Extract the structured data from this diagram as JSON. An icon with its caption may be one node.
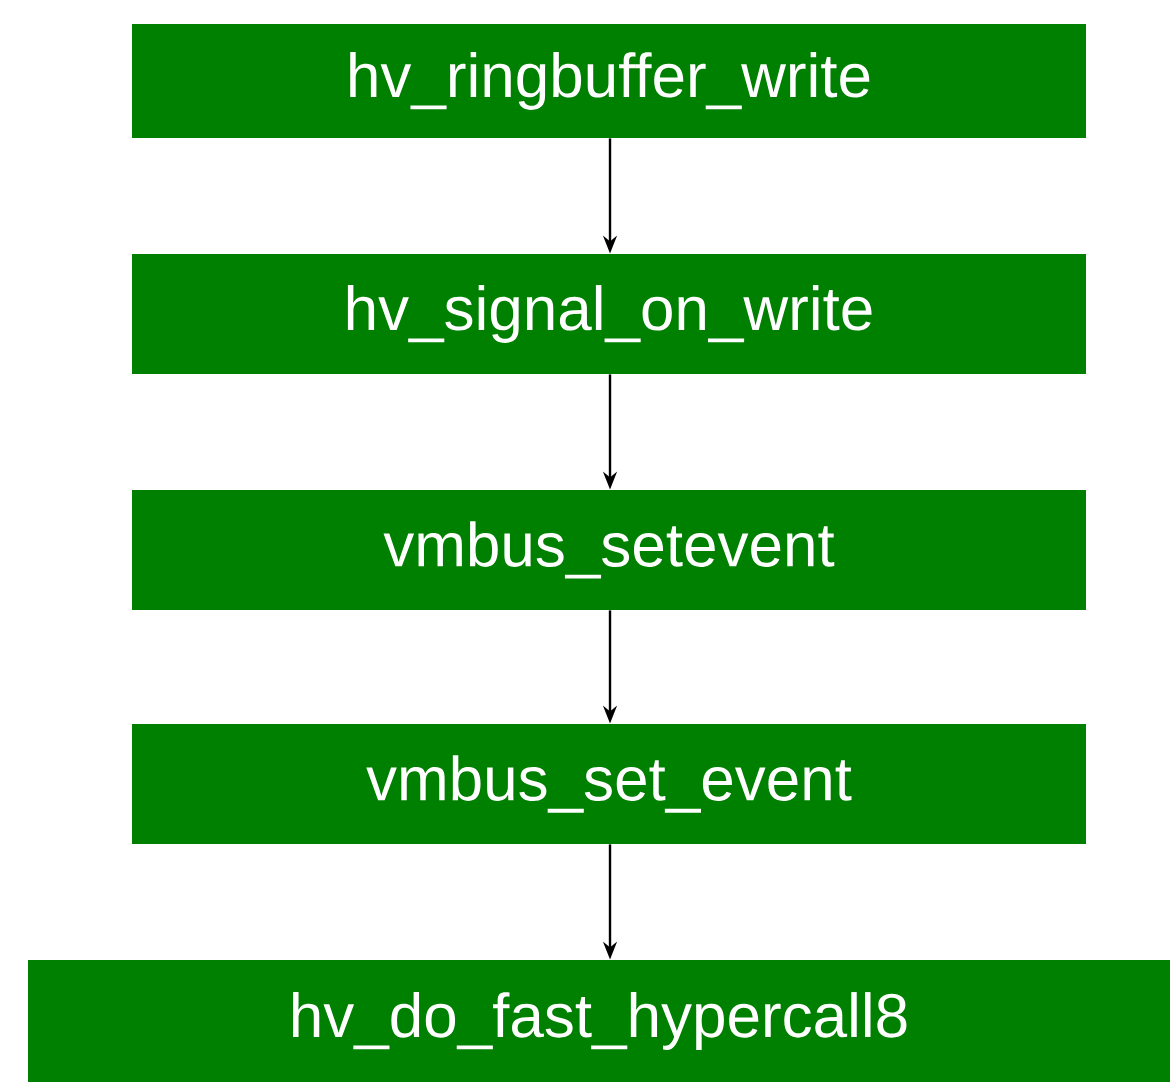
{
  "diagram": {
    "nodes": [
      {
        "text": [
          "hv_ringbuffer_write"
        ]
      },
      {
        "text": [
          "hv_signal_on_write"
        ]
      },
      {
        "text": [
          "vmbus_setevent"
        ]
      },
      {
        "text": [
          "vmbus_set_event"
        ]
      },
      {
        "text": [
          "hv_do_fast_hypercall8"
        ]
      }
    ],
    "edges": [
      {
        "from": 0,
        "to": 1,
        "arrow": "to"
      },
      {
        "from": 1,
        "to": 2,
        "arrow": "to"
      },
      {
        "from": 2,
        "to": 3,
        "arrow": "to"
      },
      {
        "from": 3,
        "to": 4,
        "arrow": "to"
      }
    ]
  }
}
